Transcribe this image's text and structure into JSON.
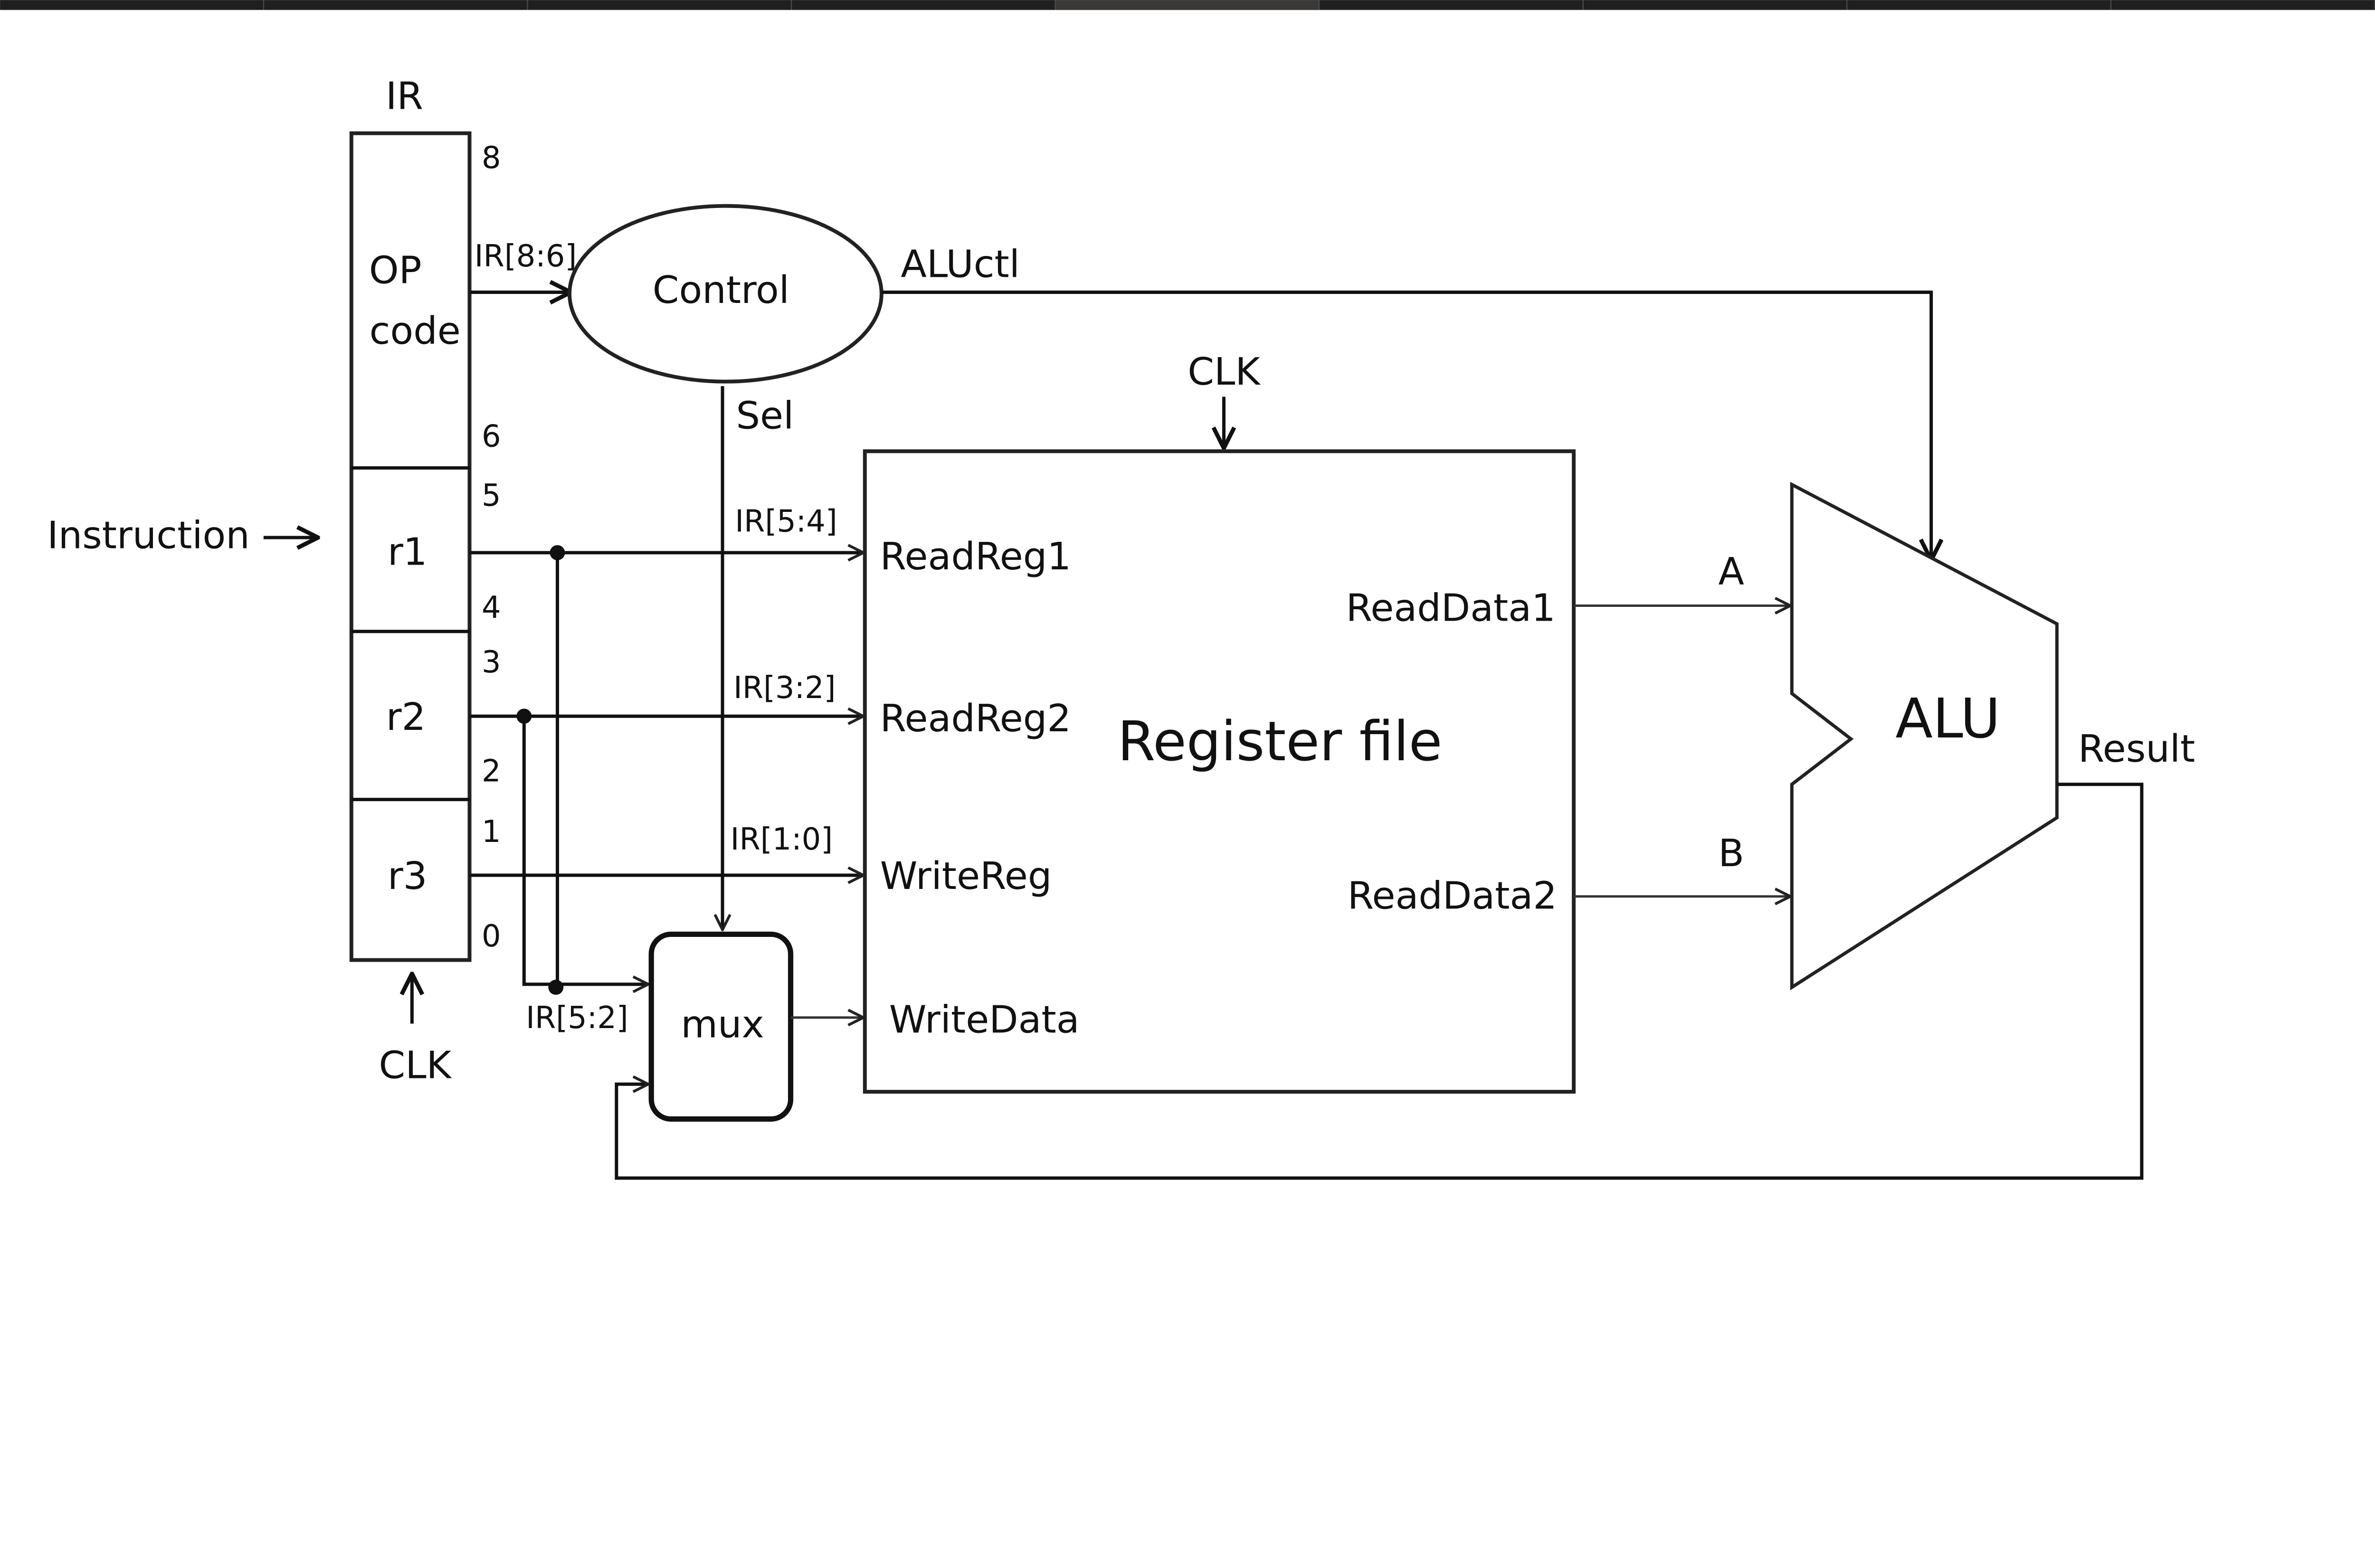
{
  "window": {
    "tab_count": 9,
    "active_tab": 5,
    "bar_color": "#1f1f1f",
    "active_tab_color": "#3a3938"
  },
  "ir": {
    "title": "IR",
    "opcode_line1": "OP",
    "opcode_line2": "code",
    "fields": [
      "r1",
      "r2",
      "r3"
    ],
    "bits": [
      "8",
      "6",
      "5",
      "4",
      "3",
      "2",
      "1",
      "0"
    ],
    "clk": "CLK"
  },
  "instruction_label": "Instruction",
  "control": {
    "label": "Control",
    "input_label": "IR[8:6]",
    "aluctl": "ALUctl",
    "sel": "Sel"
  },
  "register_file": {
    "title": "Register file",
    "clk": "CLK",
    "ports": {
      "readreg1": "ReadReg1",
      "readreg2": "ReadReg2",
      "writereg": "WriteReg",
      "writedata": "WriteData",
      "readdata1": "ReadData1",
      "readdata2": "ReadData2"
    }
  },
  "wires": {
    "ir54": "IR[5:4]",
    "ir32": "IR[3:2]",
    "ir10": "IR[1:0]",
    "ir52": "IR[5:2]"
  },
  "mux": {
    "label": "mux"
  },
  "alu": {
    "label": "ALU",
    "a": "A",
    "b": "B",
    "result": "Result"
  }
}
